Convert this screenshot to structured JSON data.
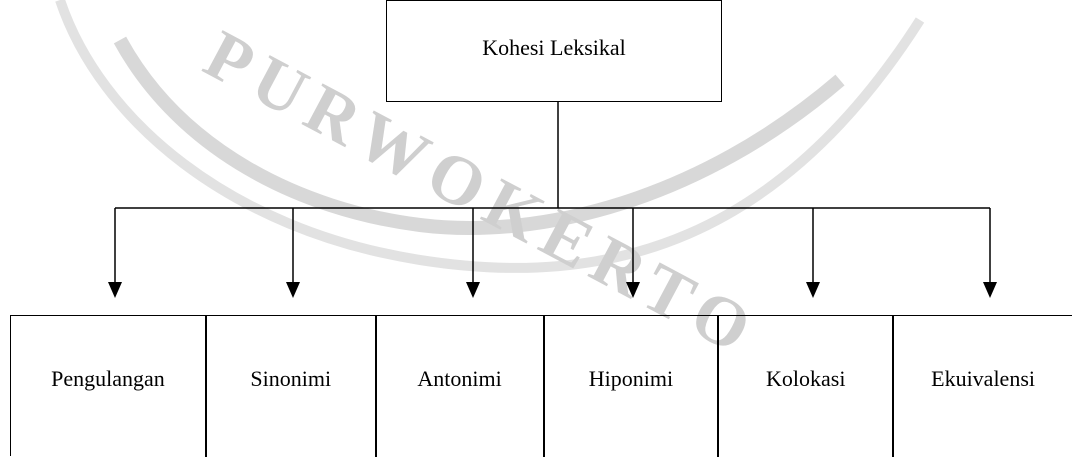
{
  "watermark": {
    "text": "PURWOKERTO"
  },
  "root": {
    "label": "Kohesi Leksikal"
  },
  "children": [
    {
      "id": "pengulangan",
      "label": "Pengulangan"
    },
    {
      "id": "sinonimi",
      "label": "Sinonimi"
    },
    {
      "id": "antonimi",
      "label": "Antonimi"
    },
    {
      "id": "hiponimi",
      "label": "Hiponimi"
    },
    {
      "id": "kolokasi",
      "label": "Kolokasi"
    },
    {
      "id": "ekuivalensi",
      "label": "Ekuivalensi"
    }
  ],
  "colors": {
    "line": "#000000",
    "watermark": "#c8c8c8"
  }
}
